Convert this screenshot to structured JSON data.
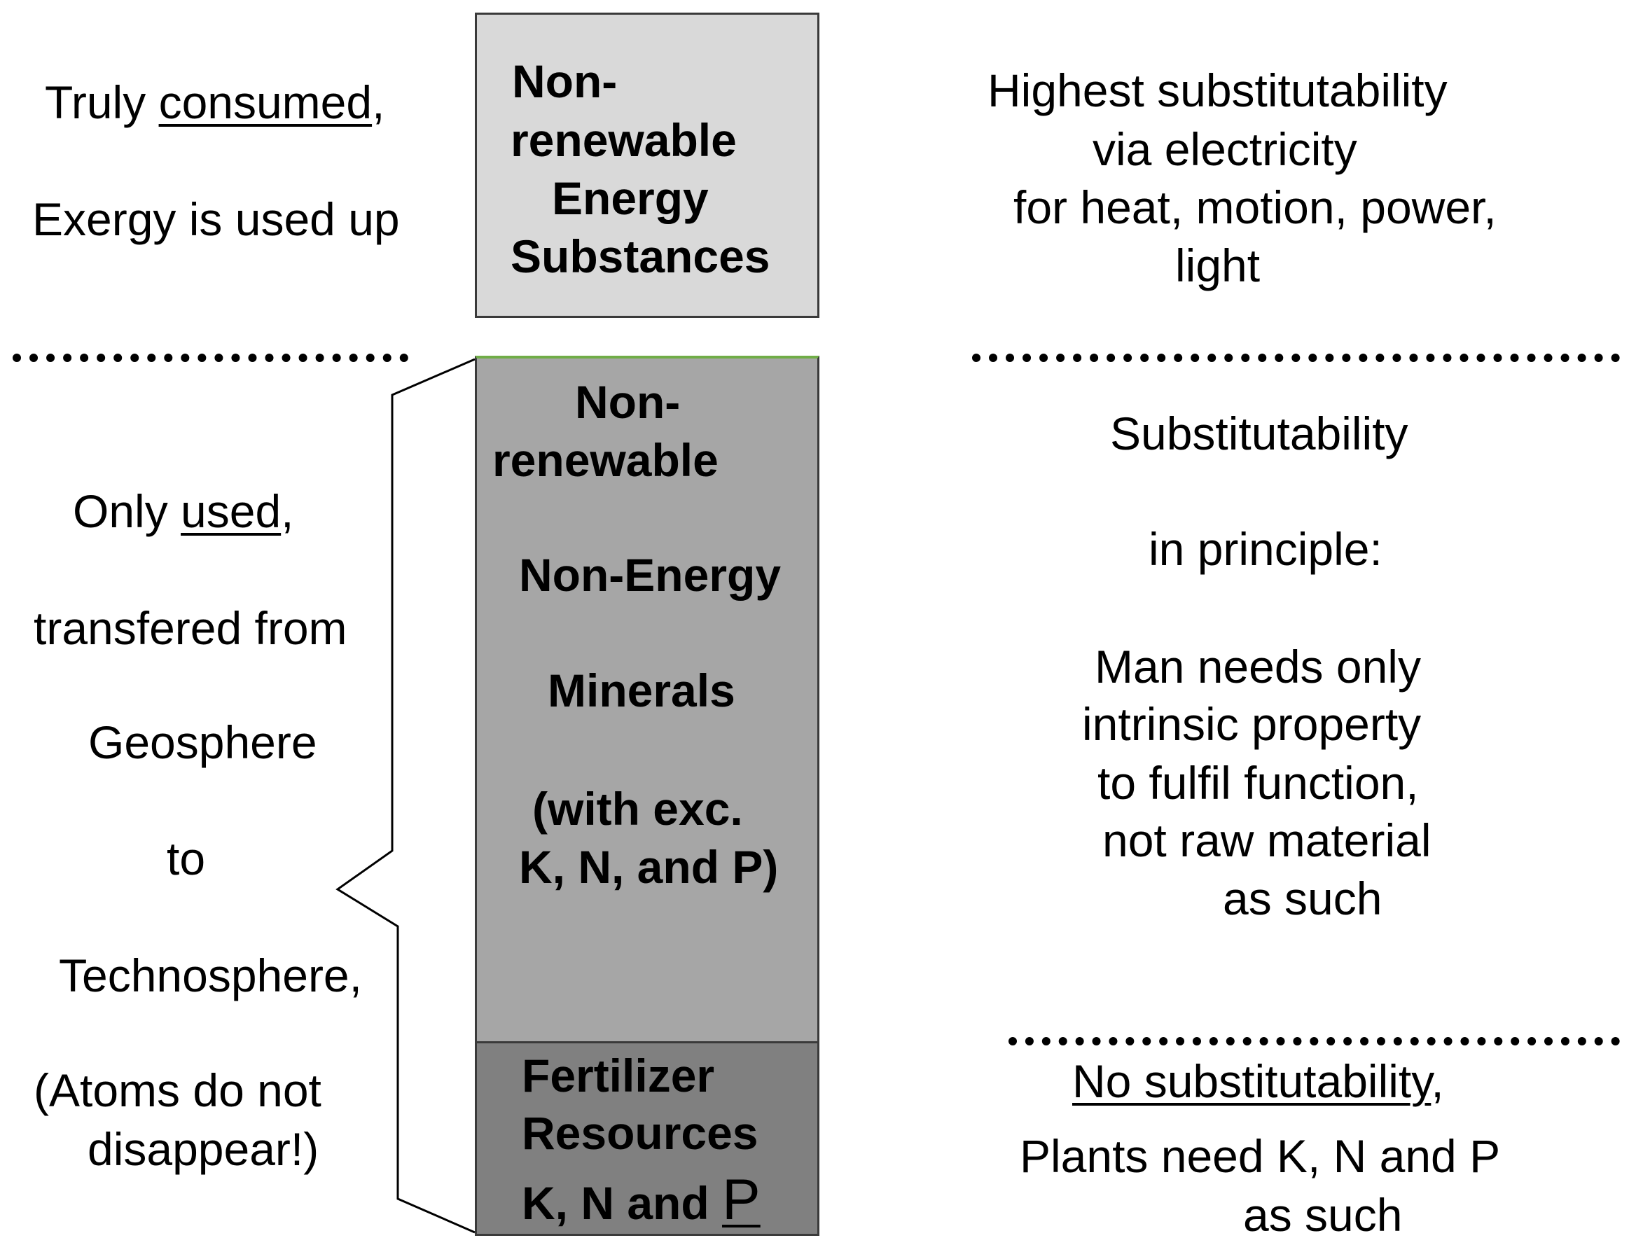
{
  "left": {
    "consumed": {
      "pre": "Truly ",
      "word": "consumed",
      "post": ",",
      "line2": "Exergy is used up"
    },
    "used": {
      "pre": "Only ",
      "word": "used",
      "post": ",",
      "lines": [
        "transfered from",
        "Geosphere",
        "to",
        "Technosphere,",
        "(Atoms do not",
        "disappear!)"
      ]
    }
  },
  "boxes": {
    "energy": {
      "lines": [
        "Non-",
        "renewable",
        "Energy",
        "Substances"
      ],
      "color": "#d9d9d9"
    },
    "minerals": {
      "lines": [
        "Non-",
        "renewable",
        "Non-Energy",
        "Minerals",
        "(with exc.",
        "K, N, and P)"
      ],
      "color": "#a6a6a6"
    },
    "fertilizer": {
      "lines": [
        "Fertilizer",
        "Resources"
      ],
      "line3_pre": "K, N and ",
      "line3_big": "P",
      "color": "#808080"
    }
  },
  "right": {
    "highest": {
      "lines": [
        "Highest substitutability",
        "via electricity",
        "for heat, motion, power,",
        "light"
      ]
    },
    "principle": {
      "lines": [
        "Substitutability",
        "in principle:",
        "Man needs only",
        "intrinsic property",
        "to fulfil function,",
        "not raw material",
        "as such"
      ]
    },
    "none": {
      "underlined": "No substitutability",
      "post": ",",
      "lines": [
        "Plants need K, N and P",
        "as such"
      ]
    }
  }
}
